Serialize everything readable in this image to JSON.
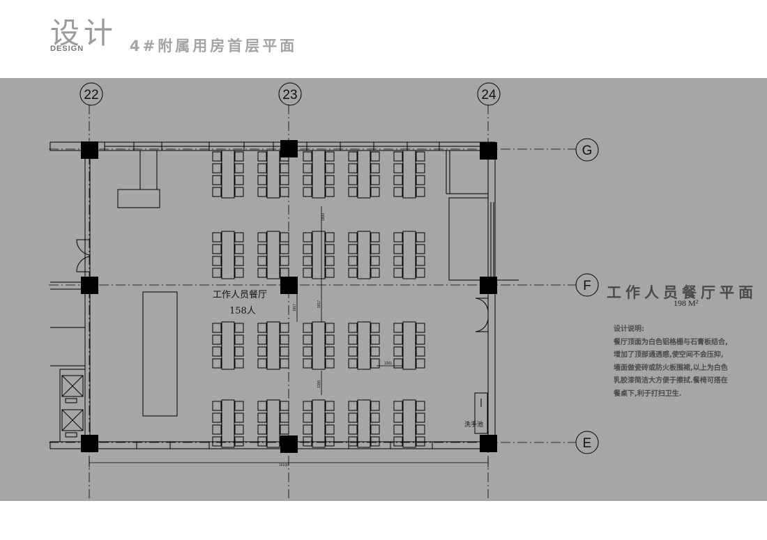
{
  "header": {
    "logo_cn": "设计",
    "logo_en": "DESIGN",
    "title": "4#附属用房首层平面"
  },
  "plan": {
    "axis_columns": [
      "22",
      "23",
      "24"
    ],
    "axis_rows": [
      "G",
      "F",
      "E"
    ],
    "room_name": "工作人员餐厅",
    "room_capacity": "158人",
    "wash_basin": "洗手池",
    "dim_total": "16100",
    "dim_1": "1800",
    "dim_2": "1817",
    "dim_3": "1817",
    "dim_4": "1261",
    "dim_5": "1200"
  },
  "side": {
    "title": "工作人员餐厅平面",
    "area": "198 M²",
    "notes_heading": "设计说明:",
    "notes": [
      "餐厅顶面为白色铝格栅与石膏板结合,",
      "增加了顶部通透感,使空间不会压抑,",
      "墙面做瓷砖或防火板围裙,以上为白色",
      "乳胶漆简洁大方便于擦拭.餐椅可搭在",
      "餐桌下,利于打扫卫生."
    ]
  },
  "colors": {
    "sheet": "#a6a6a6",
    "ink": "#000000",
    "title_grey": "#a3a3a3"
  }
}
